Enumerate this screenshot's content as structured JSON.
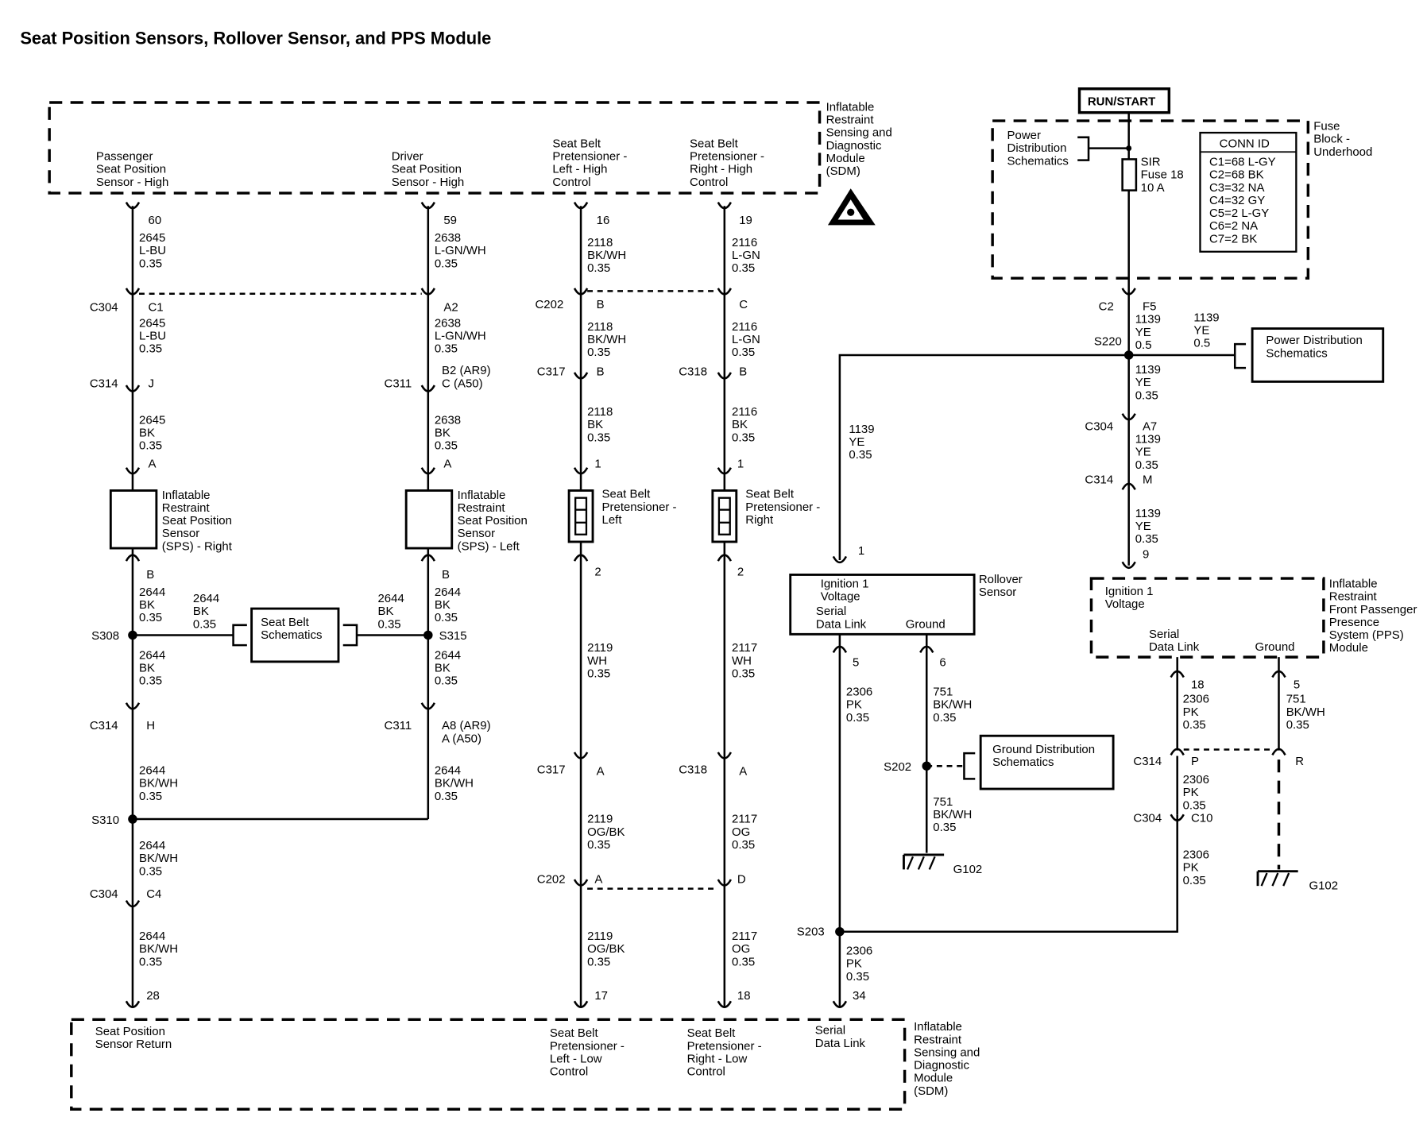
{
  "title": "Seat Position Sensors, Rollover Sensor, and PPS Module",
  "power": {
    "run_start": "RUN/START",
    "pds_label": [
      "Power",
      "Distribution",
      "Schematics"
    ],
    "fuse_label": [
      "SIR",
      "Fuse 18",
      "10 A"
    ],
    "fuse_block_label": [
      "Fuse",
      "Block -",
      "Underhood"
    ],
    "conn_id_title": "CONN ID",
    "conn_id_rows": [
      "C1=68 L-GY",
      "C2=68 BK",
      "C3=32 NA",
      "C4=32 GY",
      "C5=2 L-GY",
      "C6=2 NA",
      "C7=2 BK"
    ],
    "c2": "C2",
    "f5": "F5",
    "w1139a": [
      "1139",
      "YE",
      "0.5"
    ],
    "w1139b": [
      "1139",
      "YE",
      "0.5"
    ],
    "s220": "S220",
    "pds2_label": [
      "Power Distribution",
      "Schematics"
    ],
    "w1139c": [
      "1139",
      "YE",
      "0.35"
    ],
    "c304": "C304",
    "a7": "A7",
    "w1139d": [
      "1139",
      "YE",
      "0.35"
    ],
    "c314": "C314",
    "m": "M",
    "w1139e": [
      "1139",
      "YE",
      "0.35"
    ],
    "pin9": "9",
    "w1139f": [
      "1139",
      "YE",
      "0.35"
    ],
    "pin1": "1"
  },
  "sdm_top": {
    "label": [
      "Inflatable",
      "Restraint",
      "Sensing and",
      "Diagnostic",
      "Module",
      "(SDM)"
    ],
    "pins": [
      [
        "Passenger",
        "Seat Position",
        "Sensor - High"
      ],
      [
        "Driver",
        "Seat Position",
        "Sensor - High"
      ],
      [
        "Seat Belt",
        "Pretensioner -",
        "Left - High",
        "Control"
      ],
      [
        "Seat Belt",
        "Pretensioner -",
        "Right - High",
        "Control"
      ]
    ]
  },
  "passenger_path": {
    "pin_top": "60",
    "w1": [
      "2645",
      "L-BU",
      "0.35"
    ],
    "c304": "C304",
    "c1": "C1",
    "w2": [
      "2645",
      "L-BU",
      "0.35"
    ],
    "c314": "C314",
    "j": "J",
    "w3": [
      "2645",
      "BK",
      "0.35"
    ],
    "a": "A",
    "sensor": [
      "Inflatable",
      "Restraint",
      "Seat Position",
      "Sensor",
      "(SPS) - Right"
    ],
    "b": "B",
    "w4": [
      "2644",
      "BK",
      "0.35"
    ],
    "w4b": [
      "2644",
      "BK",
      "0.35"
    ],
    "s308": "S308",
    "w5": [
      "2644",
      "BK",
      "0.35"
    ],
    "c314b": "C314",
    "h": "H",
    "w6": [
      "2644",
      "BK/WH",
      "0.35"
    ],
    "s310": "S310",
    "w7": [
      "2644",
      "BK/WH",
      "0.35"
    ],
    "c304b": "C304",
    "c4": "C4",
    "w8": [
      "2644",
      "BK/WH",
      "0.35"
    ],
    "pin_bottom": "28"
  },
  "seatbelt_sch": [
    "Seat Belt",
    "Schematics"
  ],
  "driver_path": {
    "pin_top": "59",
    "w1": [
      "2638",
      "L-GN/WH",
      "0.35"
    ],
    "a2": "A2",
    "w2": [
      "2638",
      "L-GN/WH",
      "0.35"
    ],
    "c311": "C311",
    "b2": [
      "B2 (AR9)",
      "C (A50)"
    ],
    "w3": [
      "2638",
      "BK",
      "0.35"
    ],
    "a": "A",
    "sensor": [
      "Inflatable",
      "Restraint",
      "Seat Position",
      "Sensor",
      "(SPS) - Left"
    ],
    "b": "B",
    "w4": [
      "2644",
      "BK",
      "0.35"
    ],
    "w4b": [
      "2644",
      "BK",
      "0.35"
    ],
    "s315": "S315",
    "w5": [
      "2644",
      "BK",
      "0.35"
    ],
    "c311b": "C311",
    "a8": [
      "A8 (AR9)",
      "A (A50)"
    ],
    "w6": [
      "2644",
      "BK/WH",
      "0.35"
    ]
  },
  "left_pret": {
    "pin_top": "16",
    "w1": [
      "2118",
      "BK/WH",
      "0.35"
    ],
    "c202": "C202",
    "b": "B",
    "w2": [
      "2118",
      "BK/WH",
      "0.35"
    ],
    "c317": "C317",
    "b2": "B",
    "w3": [
      "2118",
      "BK",
      "0.35"
    ],
    "p1": "1",
    "label": [
      "Seat Belt",
      "Pretensioner -",
      "Left"
    ],
    "p2": "2",
    "w4": [
      "2119",
      "WH",
      "0.35"
    ],
    "c317b": "C317",
    "a": "A",
    "w5": [
      "2119",
      "OG/BK",
      "0.35"
    ],
    "c202b": "C202",
    "a2": "A",
    "w6": [
      "2119",
      "OG/BK",
      "0.35"
    ],
    "pin_bottom": "17"
  },
  "right_pret": {
    "pin_top": "19",
    "w1": [
      "2116",
      "L-GN",
      "0.35"
    ],
    "c": "C",
    "w2": [
      "2116",
      "L-GN",
      "0.35"
    ],
    "c318": "C318",
    "b": "B",
    "w3": [
      "2116",
      "BK",
      "0.35"
    ],
    "p1": "1",
    "label": [
      "Seat Belt",
      "Pretensioner -",
      "Right"
    ],
    "p2": "2",
    "w4": [
      "2117",
      "WH",
      "0.35"
    ],
    "c318b": "C318",
    "a": "A",
    "w5": [
      "2117",
      "OG",
      "0.35"
    ],
    "d": "D",
    "w6": [
      "2117",
      "OG",
      "0.35"
    ],
    "pin_bottom": "18"
  },
  "rollover": {
    "w_feed": [
      "1139",
      "YE",
      "0.35"
    ],
    "pin1": "1",
    "ign": [
      "Ignition 1",
      "Voltage"
    ],
    "serial": [
      "Serial",
      "Data Link"
    ],
    "ground": "Ground",
    "label": [
      "Rollover",
      "Sensor"
    ],
    "pin5": "5",
    "pin6": "6",
    "w_serial": [
      "2306",
      "PK",
      "0.35"
    ],
    "w_gnd": [
      "751",
      "BK/WH",
      "0.35"
    ],
    "s202": "S202",
    "gnd_sch": [
      "Ground Distribution",
      "Schematics"
    ],
    "w_gnd2": [
      "751",
      "BK/WH",
      "0.35"
    ],
    "g102": "G102",
    "s203": "S203",
    "w_serial2": [
      "2306",
      "PK",
      "0.35"
    ],
    "pin34": "34"
  },
  "pps": {
    "ign": [
      "Ignition 1",
      "Voltage"
    ],
    "label": [
      "Inflatable",
      "Restraint",
      "Front Passenger",
      "Presence",
      "System (PPS)",
      "Module"
    ],
    "serial": [
      "Serial",
      "Data Link"
    ],
    "ground": "Ground",
    "pin18": "18",
    "pin5": "5",
    "w_serial": [
      "2306",
      "PK",
      "0.35"
    ],
    "w_gnd": [
      "751",
      "BK/WH",
      "0.35"
    ],
    "c314": "C314",
    "p": "P",
    "r": "R",
    "w_serial2": [
      "2306",
      "PK",
      "0.35"
    ],
    "c304": "C304",
    "c10": "C10",
    "w_serial3": [
      "2306",
      "PK",
      "0.35"
    ],
    "g102": "G102"
  },
  "sdm_bottom": {
    "label": [
      "Inflatable",
      "Restraint",
      "Sensing and",
      "Diagnostic",
      "Module",
      "(SDM)"
    ],
    "pins": [
      [
        "Seat Position",
        "Sensor Return"
      ],
      [
        "Seat Belt",
        "Pretensioner -",
        "Left - Low",
        "Control"
      ],
      [
        "Seat Belt",
        "Pretensioner -",
        "Right - Low",
        "Control"
      ],
      [
        "Serial",
        "Data Link"
      ]
    ]
  }
}
